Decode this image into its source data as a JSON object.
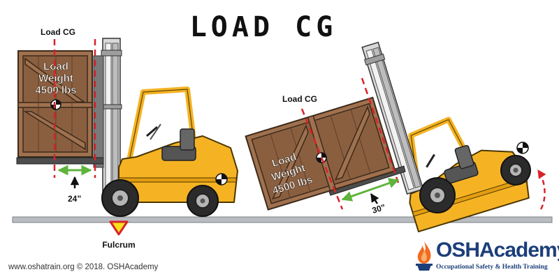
{
  "title": "LOAD CG",
  "left_scene": {
    "cg_label": "Load CG",
    "crate_line1": "Load",
    "crate_line2": "Weight",
    "crate_line3": "4500 lbs",
    "distance_label": "24”",
    "fulcrum_label": "Fulcrum"
  },
  "right_scene": {
    "cg_label": "Load CG",
    "crate_line1": "Load",
    "crate_line2": "Weight",
    "crate_line3": "4500 lbs",
    "distance_label": "30”"
  },
  "footer": {
    "copyright": "www.oshatrain.org © 2018. OSHAcademy"
  },
  "logo": {
    "name": "OSHAcademy",
    "trademark": "™",
    "tagline": "Occupational Safety & Health Training"
  },
  "colors": {
    "forklift_yellow": "#f5b324",
    "crate_wood": "#a0714f",
    "cg_dashed_red": "#d8232a",
    "distance_arrow_green": "#5fb43c",
    "fulcrum_yellow": "#f7e21c",
    "ground_gray": "#b9bcc0",
    "logo_blue": "#1c3f7a",
    "logo_flame": "#f26a21"
  }
}
